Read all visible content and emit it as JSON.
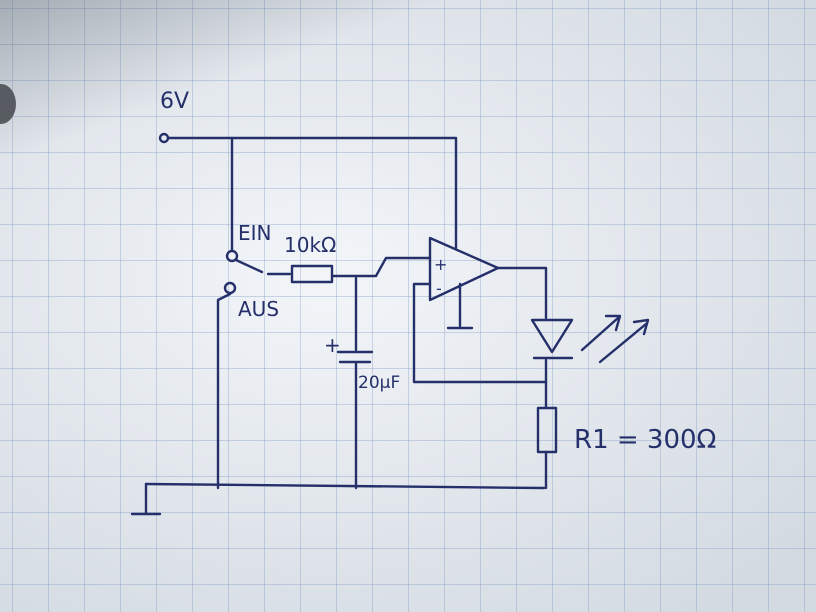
{
  "labels": {
    "supply": "6V",
    "switch_on": "EIN",
    "switch_off": "AUS",
    "resistor_input": "10kΩ",
    "capacitor": "20µF",
    "capacitor_polarity": "+",
    "opamp_plus": "+",
    "opamp_minus": "-",
    "resistor_r1": "R1 = 300Ω"
  },
  "colors": {
    "ink": "#25306a",
    "paper": "#e4eaf1",
    "grid": "#9fb3cc"
  }
}
